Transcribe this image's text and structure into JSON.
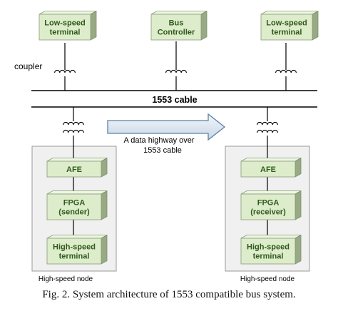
{
  "nodes": {
    "top_left": [
      "Low-speed",
      "terminal"
    ],
    "top_center": [
      "Bus",
      "Controller"
    ],
    "top_right": [
      "Low-speed",
      "terminal"
    ],
    "left_afe": [
      "AFE"
    ],
    "left_fpga": [
      "FPGA",
      "(sender)"
    ],
    "left_terminal": [
      "High-speed",
      "terminal"
    ],
    "right_afe": [
      "AFE"
    ],
    "right_fpga": [
      "FPGA",
      "(receiver)"
    ],
    "right_terminal": [
      "High-speed",
      "terminal"
    ]
  },
  "labels": {
    "coupler": "coupler",
    "cable": "1553 cable",
    "highway": [
      "A data highway over",
      "1553 cable"
    ],
    "node_left": "High-speed node",
    "node_right": "High-speed node"
  },
  "caption": "Fig. 2.  System architecture of 1553 compatible bus system.",
  "colors": {
    "box_front": "#ddeccb",
    "box_side": "#98aa84",
    "box_top": "#eef6e4",
    "box_text": "#2f5a1c",
    "arrow_fill": "#dfe8f2",
    "arrow_stroke": "#5b82a8"
  }
}
